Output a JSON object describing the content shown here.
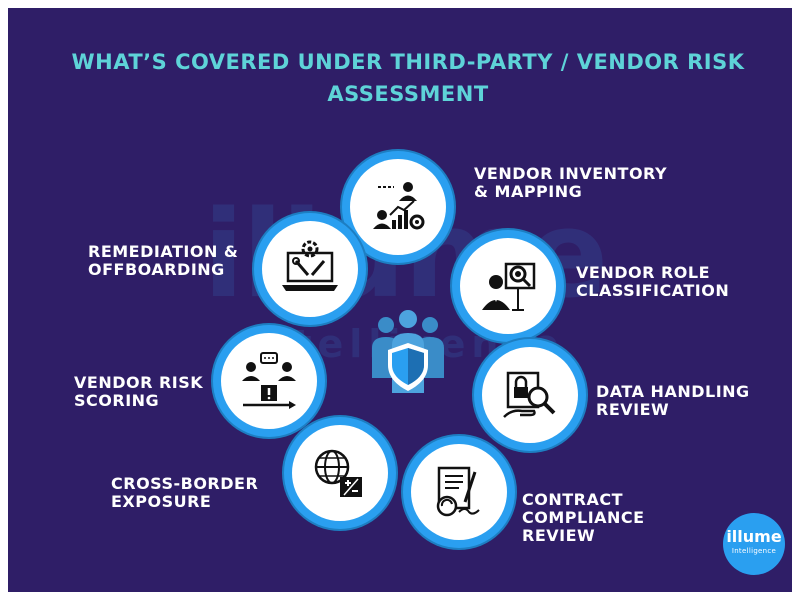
{
  "title": "WHAT’S COVERED UNDER THIRD-PARTY / VENDOR RISK ASSESSMENT",
  "watermark": {
    "main": "illume",
    "sub": "intelligence"
  },
  "colors": {
    "background": "#2f1e67",
    "title": "#5ed3d8",
    "ring": "#2a9ff0",
    "label": "#ffffff"
  },
  "items": [
    {
      "label": "VENDOR INVENTORY\n& MAPPING",
      "icon": "people-growth-chart-icon"
    },
    {
      "label": "VENDOR ROLE\nCLASSIFICATION",
      "icon": "person-magnifier-board-icon"
    },
    {
      "label": "DATA HANDLING\nREVIEW",
      "icon": "lock-hand-magnifier-icon"
    },
    {
      "label": "CONTRACT\nCOMPLIANCE\nREVIEW",
      "icon": "signed-document-icon"
    },
    {
      "label": "CROSS-BORDER\nEXPOSURE",
      "icon": "globe-exchange-icon"
    },
    {
      "label": "VENDOR RISK\nSCORING",
      "icon": "people-warning-arrow-icon"
    },
    {
      "label": "REMEDIATION &\nOFFBOARDING",
      "icon": "laptop-gear-tools-icon"
    }
  ],
  "center_icon": "team-shield-icon",
  "logo": {
    "line1": "illume",
    "line2": "Intelligence"
  }
}
